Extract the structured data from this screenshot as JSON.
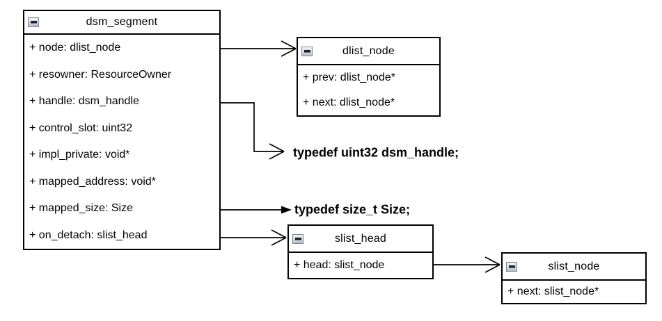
{
  "classes": [
    {
      "name": "dsm_segment",
      "fields": [
        "+ node: dlist_node",
        "+ resowner: ResourceOwner",
        "+ handle: dsm_handle",
        "+ control_slot: uint32",
        "+ impl_private: void*",
        "+ mapped_address: void*",
        "+ mapped_size: Size",
        "+ on_detach: slist_head"
      ]
    },
    {
      "name": "dlist_node",
      "fields": [
        "+ prev: dlist_node*",
        "+ next: dlist_node*"
      ]
    },
    {
      "name": "slist_head",
      "fields": [
        "+ head: slist_node"
      ]
    },
    {
      "name": "slist_node",
      "fields": [
        "+ next: slist_node*"
      ]
    }
  ],
  "typedefs": [
    "typedef uint32 dsm_handle;",
    "typedef size_t Size;"
  ],
  "relations": [
    {
      "from": "dsm_segment.node",
      "to": "dlist_node",
      "arrow": "open-chevron"
    },
    {
      "from": "dsm_segment.handle",
      "to": "typedef uint32 dsm_handle;",
      "arrow": "open-chevron"
    },
    {
      "from": "dsm_segment.mapped_size",
      "to": "typedef size_t Size;",
      "arrow": "filled-triangle"
    },
    {
      "from": "dsm_segment.on_detach",
      "to": "slist_head",
      "arrow": "open-chevron"
    },
    {
      "from": "slist_head.head",
      "to": "slist_node",
      "arrow": "open-chevron"
    }
  ],
  "icons": {
    "collapse": "minus-box"
  },
  "colors": {
    "line": "#000000",
    "box_border": "#000000",
    "box_background": "#ffffff",
    "canvas_background": "#ffffff",
    "text": "#000000",
    "icon_background_top": "#f0f3f7",
    "icon_background_bottom": "#b7c0ce",
    "icon_border": "#7e8696"
  }
}
